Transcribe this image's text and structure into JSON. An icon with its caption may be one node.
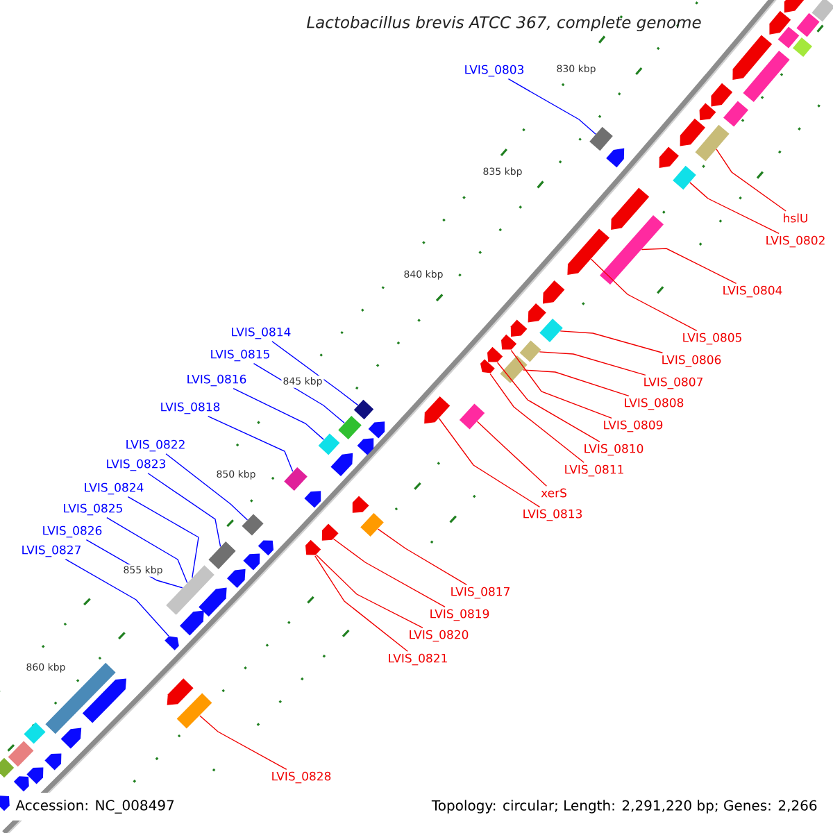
{
  "diagram": {
    "title": "Lactobacillus brevis ATCC 367, complete genome",
    "nodes": [
      {
        "text": [
          "LVIS_0803"
        ]
      },
      {
        "text": [
          "hslU"
        ]
      },
      {
        "text": [
          "LVIS_0802"
        ]
      },
      {
        "text": [
          "LVIS_0804"
        ]
      },
      {
        "text": [
          "LVIS_0814"
        ]
      },
      {
        "text": [
          "LVIS_0805"
        ]
      },
      {
        "text": [
          "LVIS_0815"
        ]
      },
      {
        "text": [
          "LVIS_0806"
        ]
      },
      {
        "text": [
          "LVIS_0816"
        ]
      },
      {
        "text": [
          "LVIS_0807"
        ]
      },
      {
        "text": [
          "LVIS_0808"
        ]
      },
      {
        "text": [
          "LVIS_0818"
        ]
      },
      {
        "text": [
          "LVIS_0809"
        ]
      },
      {
        "text": [
          "LVIS_0822"
        ]
      },
      {
        "text": [
          "LVIS_0810"
        ]
      },
      {
        "text": [
          "LVIS_0823"
        ]
      },
      {
        "text": [
          "LVIS_0811"
        ]
      },
      {
        "text": [
          "LVIS_0824"
        ]
      },
      {
        "text": [
          "xerS"
        ]
      },
      {
        "text": [
          "LVIS_0825"
        ]
      },
      {
        "text": [
          "LVIS_0813"
        ]
      },
      {
        "text": [
          "LVIS_0826"
        ]
      },
      {
        "text": [
          "LVIS_0827"
        ]
      },
      {
        "text": [
          "LVIS_0817"
        ]
      },
      {
        "text": [
          "LVIS_0819"
        ]
      },
      {
        "text": [
          "LVIS_0820"
        ]
      },
      {
        "text": [
          "LVIS_0821"
        ]
      },
      {
        "text": [
          "LVIS_0828"
        ]
      },
      {
        "text": [],
        "shape": "arrow"
      },
      {
        "text": [],
        "shape": "arrow"
      },
      {
        "text": [],
        "shape": "arrow"
      },
      {
        "text": [],
        "shape": "arrow"
      },
      {
        "text": [],
        "shape": "arrow"
      },
      {
        "text": [],
        "shape": "arrow"
      },
      {
        "text": [],
        "shape": "arrow"
      },
      {
        "text": [],
        "shape": "arrow"
      },
      {
        "text": [],
        "shape": "arrow"
      },
      {
        "text": [],
        "shape": "arrow"
      },
      {
        "text": [],
        "shape": "arrow"
      },
      {
        "text": [],
        "shape": "arrow"
      },
      {
        "text": [],
        "shape": "arrow"
      },
      {
        "text": [],
        "shape": "arrow"
      },
      {
        "text": [],
        "shape": "arrow"
      },
      {
        "text": [],
        "shape": "arrow"
      },
      {
        "text": [],
        "shape": "arrow"
      },
      {
        "text": [],
        "shape": "arrow"
      },
      {
        "text": [],
        "shape": "arrow"
      },
      {
        "text": [],
        "shape": "arrow"
      },
      {
        "text": [],
        "shape": "diamond"
      },
      {
        "text": [],
        "shape": "diamond"
      },
      {
        "text": [],
        "shape": "diamond"
      },
      {
        "text": [],
        "shape": "diamond"
      },
      {
        "text": [],
        "shape": "box"
      },
      {
        "text": [],
        "shape": "box"
      },
      {
        "text": [],
        "shape": "box"
      },
      {
        "text": [],
        "shape": "diamond"
      },
      {
        "text": [],
        "shape": "box"
      },
      {
        "text": [],
        "shape": "diamond"
      },
      {
        "text": [],
        "shape": "diamond"
      },
      {
        "text": [],
        "shape": "box"
      },
      {
        "text": [],
        "shape": "box"
      },
      {
        "text": [],
        "shape": "diamond"
      },
      {
        "text": [],
        "shape": "box"
      },
      {
        "text": [],
        "shape": "arrow"
      },
      {
        "text": [],
        "shape": "arrow"
      },
      {
        "text": [],
        "shape": "arrow"
      },
      {
        "text": [],
        "shape": "arrow"
      },
      {
        "text": [],
        "shape": "arrow"
      },
      {
        "text": [],
        "shape": "arrow"
      },
      {
        "text": [],
        "shape": "arrow"
      },
      {
        "text": [],
        "shape": "arrow"
      },
      {
        "text": [],
        "shape": "arrow"
      },
      {
        "text": [],
        "shape": "arrow"
      },
      {
        "text": [],
        "shape": "arrow"
      },
      {
        "text": [],
        "shape": "arrow"
      },
      {
        "text": [],
        "shape": "arrow"
      },
      {
        "text": [],
        "shape": "arrow"
      },
      {
        "text": [],
        "shape": "arrow"
      },
      {
        "text": [],
        "shape": "arrow"
      },
      {
        "text": [],
        "shape": "arrow"
      },
      {
        "text": [],
        "shape": "diamond"
      },
      {
        "text": [],
        "shape": "diamond"
      },
      {
        "text": [],
        "shape": "diamond"
      },
      {
        "text": [],
        "shape": "diamond"
      },
      {
        "text": [],
        "shape": "diamond"
      },
      {
        "text": [],
        "shape": "diamond"
      },
      {
        "text": [],
        "shape": "box"
      },
      {
        "text": [],
        "shape": "box"
      },
      {
        "text": [],
        "shape": "box"
      },
      {
        "text": [],
        "shape": "diamond"
      },
      {
        "text": [],
        "shape": "box"
      },
      {
        "text": [],
        "shape": "diamond"
      }
    ],
    "edges": [
      {
        "from": 0,
        "to": 80,
        "arrow": "none",
        "color": "#0000ff"
      },
      {
        "from": 1,
        "to": 54,
        "arrow": "none"
      },
      {
        "from": 2,
        "to": 55,
        "arrow": "none"
      },
      {
        "from": 3,
        "to": 56,
        "arrow": "none"
      },
      {
        "from": 4,
        "to": 81,
        "arrow": "none",
        "color": "#0000ff"
      },
      {
        "from": 5,
        "to": 36,
        "arrow": "none"
      },
      {
        "from": 6,
        "to": 82,
        "arrow": "none",
        "color": "#0000ff"
      },
      {
        "from": 7,
        "to": 57,
        "arrow": "none"
      },
      {
        "from": 8,
        "to": 83,
        "arrow": "none",
        "color": "#0000ff"
      },
      {
        "from": 9,
        "to": 58,
        "arrow": "none"
      },
      {
        "from": 10,
        "to": 59,
        "arrow": "none"
      },
      {
        "from": 11,
        "to": 84,
        "arrow": "none",
        "color": "#0000ff"
      },
      {
        "from": 12,
        "to": 40,
        "arrow": "none"
      },
      {
        "from": 13,
        "to": 85,
        "arrow": "none",
        "color": "#0000ff"
      },
      {
        "from": 14,
        "to": 41,
        "arrow": "none"
      },
      {
        "from": 15,
        "to": 86,
        "arrow": "none",
        "color": "#0000ff"
      },
      {
        "from": 16,
        "to": 42,
        "arrow": "none"
      },
      {
        "from": 17,
        "to": 87,
        "arrow": "none",
        "color": "#0000ff"
      },
      {
        "from": 18,
        "to": 60,
        "arrow": "none"
      },
      {
        "from": 19,
        "to": 87,
        "arrow": "none",
        "color": "#0000ff"
      },
      {
        "from": 20,
        "to": 43,
        "arrow": "none"
      },
      {
        "from": 21,
        "to": 87,
        "arrow": "none",
        "color": "#0000ff"
      },
      {
        "from": 22,
        "to": 73,
        "arrow": "none",
        "color": "#0000ff"
      },
      {
        "from": 23,
        "to": 61,
        "arrow": "none"
      },
      {
        "from": 24,
        "to": 45,
        "arrow": "none"
      },
      {
        "from": 25,
        "to": 46,
        "arrow": "none"
      },
      {
        "from": 26,
        "to": 46,
        "arrow": "none"
      },
      {
        "from": 27,
        "to": 62,
        "arrow": "none"
      }
    ],
    "labels": [
      "830 kbp",
      "835 kbp",
      "840 kbp",
      "845 kbp",
      "850 kbp",
      "855 kbp",
      "860 kbp",
      "Accession: NC_008497",
      "Topology: circular; Length: 2,291,220 bp; Genes: 2,266"
    ]
  }
}
